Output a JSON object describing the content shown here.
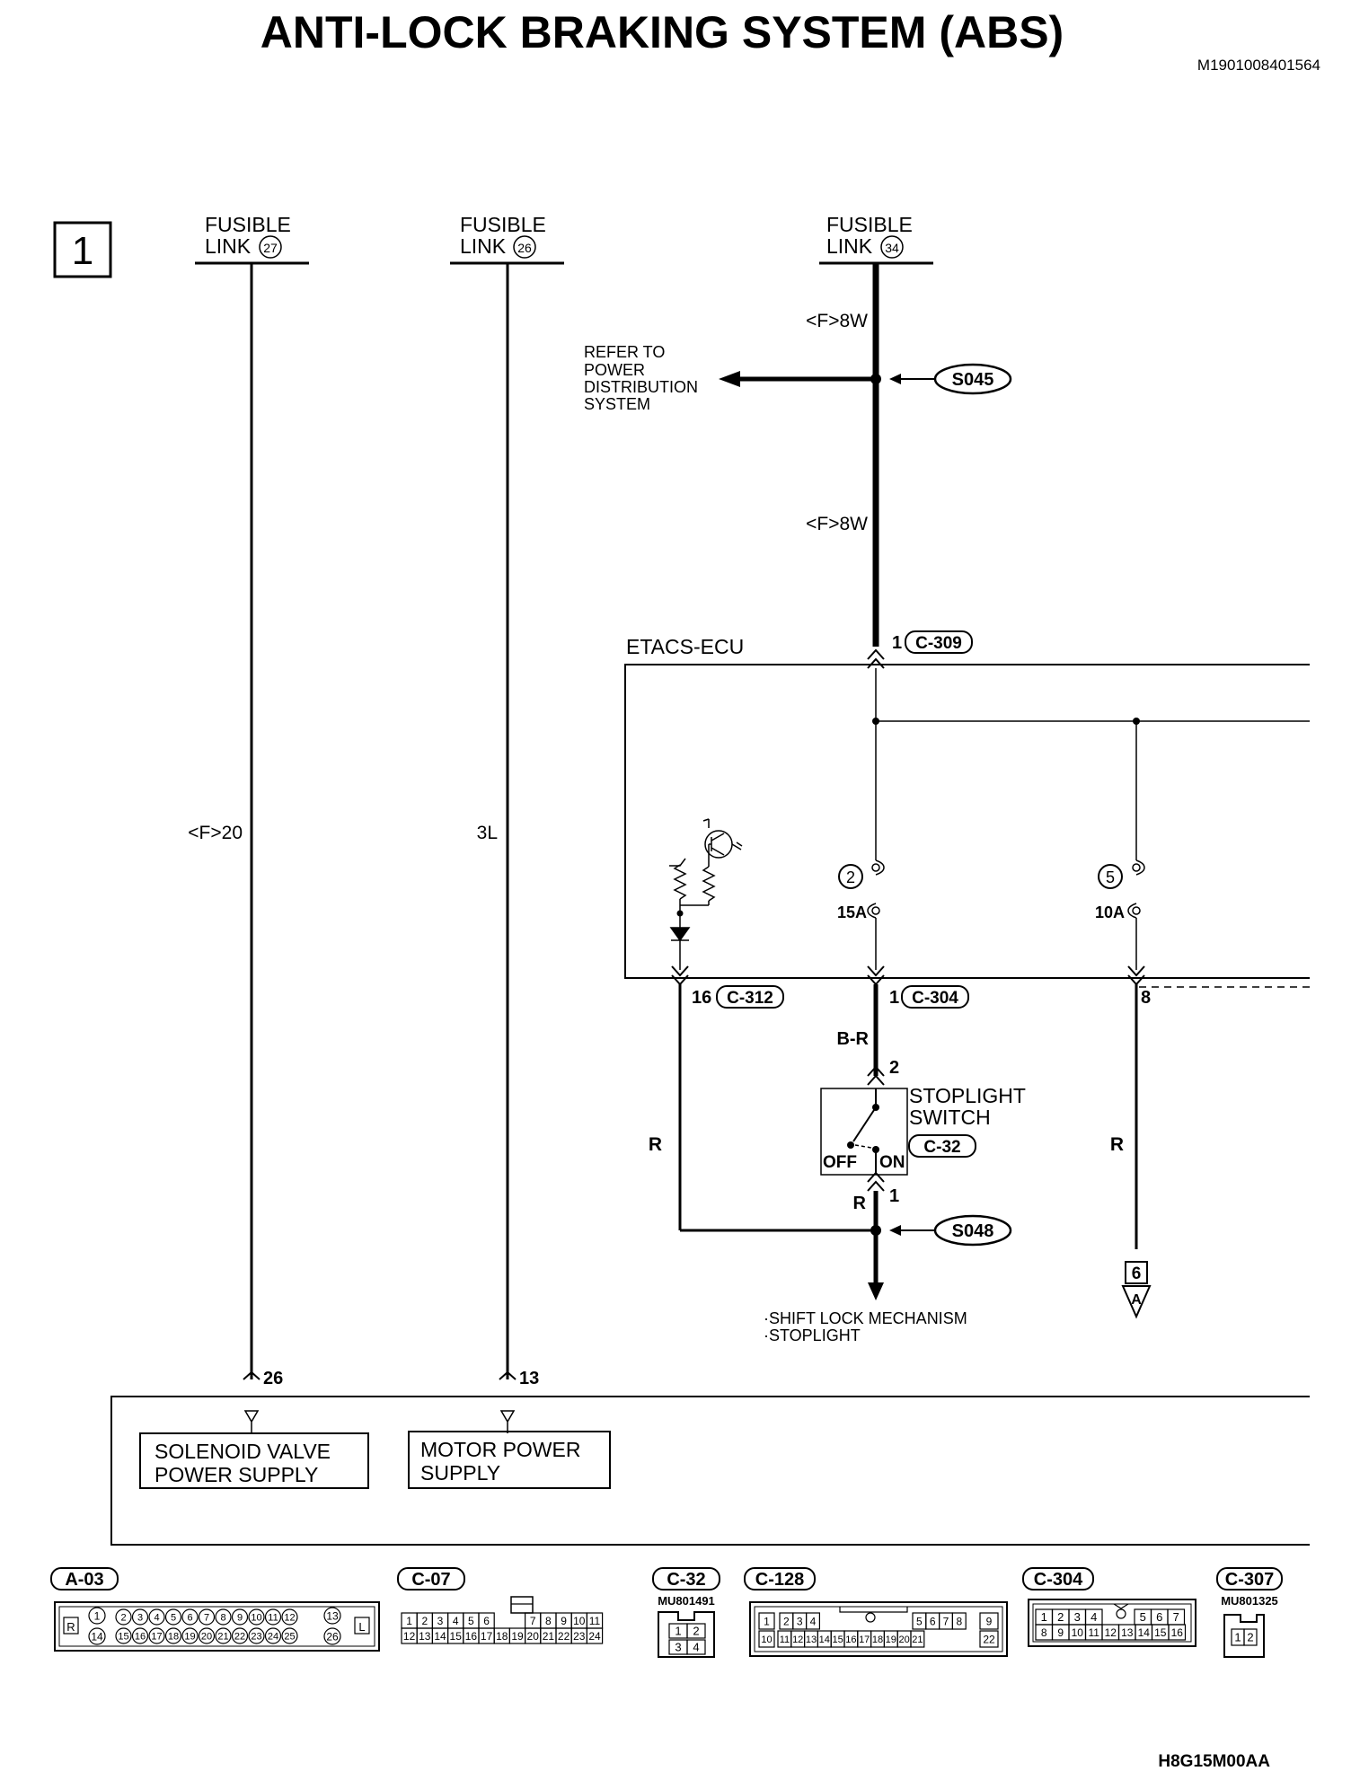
{
  "title": "ANTI-LOCK BRAKING SYSTEM (ABS)",
  "doc_id": "M1901008401564",
  "figure_code": "H8G15M00AA",
  "page_number": "1",
  "power_sources": {
    "fusible_link_27": {
      "line1": "FUSIBLE",
      "line2": "LINK",
      "number": "27"
    },
    "fusible_link_26": {
      "line1": "FUSIBLE",
      "line2": "LINK",
      "number": "26"
    },
    "fusible_link_34": {
      "line1": "FUSIBLE",
      "line2": "LINK",
      "number": "34"
    }
  },
  "wires": {
    "fl27_wire": "<F>20",
    "fl26_wire": "3L",
    "fl34_wire_upper": "<F>8W",
    "fl34_wire_lower": "<F>8W",
    "c312_wire": "R",
    "c304_wire": "B-R",
    "stoplight_out_wire": "R",
    "pin8_wire": "R"
  },
  "splices": {
    "s045": "S045",
    "s048": "S048"
  },
  "refer_to": [
    "REFER TO",
    "POWER",
    "DISTRIBUTION",
    "SYSTEM"
  ],
  "etacs": {
    "label": "ETACS-ECU",
    "input_pin": "1",
    "input_connector": "C-309",
    "fuse_2": {
      "number": "2",
      "rating": "15A"
    },
    "fuse_5": {
      "number": "5",
      "rating": "10A"
    },
    "pin_16": "16",
    "connector_c312": "C-312",
    "pin_1": "1",
    "connector_c304": "C-304",
    "pin_8": "8"
  },
  "stoplight_switch": {
    "line1": "STOPLIGHT",
    "line2": "SWITCH",
    "connector": "C-32",
    "pin_in": "2",
    "pin_out": "1",
    "off_label": "OFF",
    "on_label": "ON"
  },
  "downstream": [
    "·SHIFT LOCK MECHANISM",
    "·STOPLIGHT"
  ],
  "ref_marker": {
    "page": "6",
    "letter": "A"
  },
  "abs_ecu": {
    "pin_26": "26",
    "pin_13": "13",
    "solenoid_label": [
      "SOLENOID VALVE",
      "POWER SUPPLY"
    ],
    "motor_label": [
      "MOTOR POWER",
      "SUPPLY"
    ]
  },
  "connectors": {
    "a03": {
      "name": "A-03",
      "left_mark": "R",
      "right_mark": "L",
      "row1": [
        "1",
        "2",
        "3",
        "4",
        "5",
        "6",
        "7",
        "8",
        "9",
        "10",
        "11",
        "12",
        "13"
      ],
      "row2": [
        "14",
        "15",
        "16",
        "17",
        "18",
        "19",
        "20",
        "21",
        "22",
        "23",
        "24",
        "25",
        "26"
      ]
    },
    "c07": {
      "name": "C-07",
      "row1": [
        "1",
        "2",
        "3",
        "4",
        "5",
        "6",
        "7",
        "8",
        "9",
        "10",
        "11"
      ],
      "row2": [
        "12",
        "13",
        "14",
        "15",
        "16",
        "17",
        "18",
        "19",
        "20",
        "21",
        "22",
        "23",
        "24"
      ]
    },
    "c32": {
      "name": "C-32",
      "part": "MU801491",
      "pins": [
        "1",
        "2",
        "3",
        "4"
      ]
    },
    "c128": {
      "name": "C-128",
      "row1": [
        "1",
        "2",
        "3",
        "4",
        "5",
        "6",
        "7",
        "8",
        "9"
      ],
      "row2": [
        "10",
        "11",
        "12",
        "13",
        "14",
        "15",
        "16",
        "17",
        "18",
        "19",
        "20",
        "21",
        "22"
      ]
    },
    "c304": {
      "name": "C-304",
      "row1": [
        "1",
        "2",
        "3",
        "4",
        "5",
        "6",
        "7"
      ],
      "row2": [
        "8",
        "9",
        "10",
        "11",
        "12",
        "13",
        "14",
        "15",
        "16"
      ]
    },
    "c307": {
      "name": "C-307",
      "part": "MU801325",
      "pins": [
        "1",
        "2"
      ]
    }
  }
}
